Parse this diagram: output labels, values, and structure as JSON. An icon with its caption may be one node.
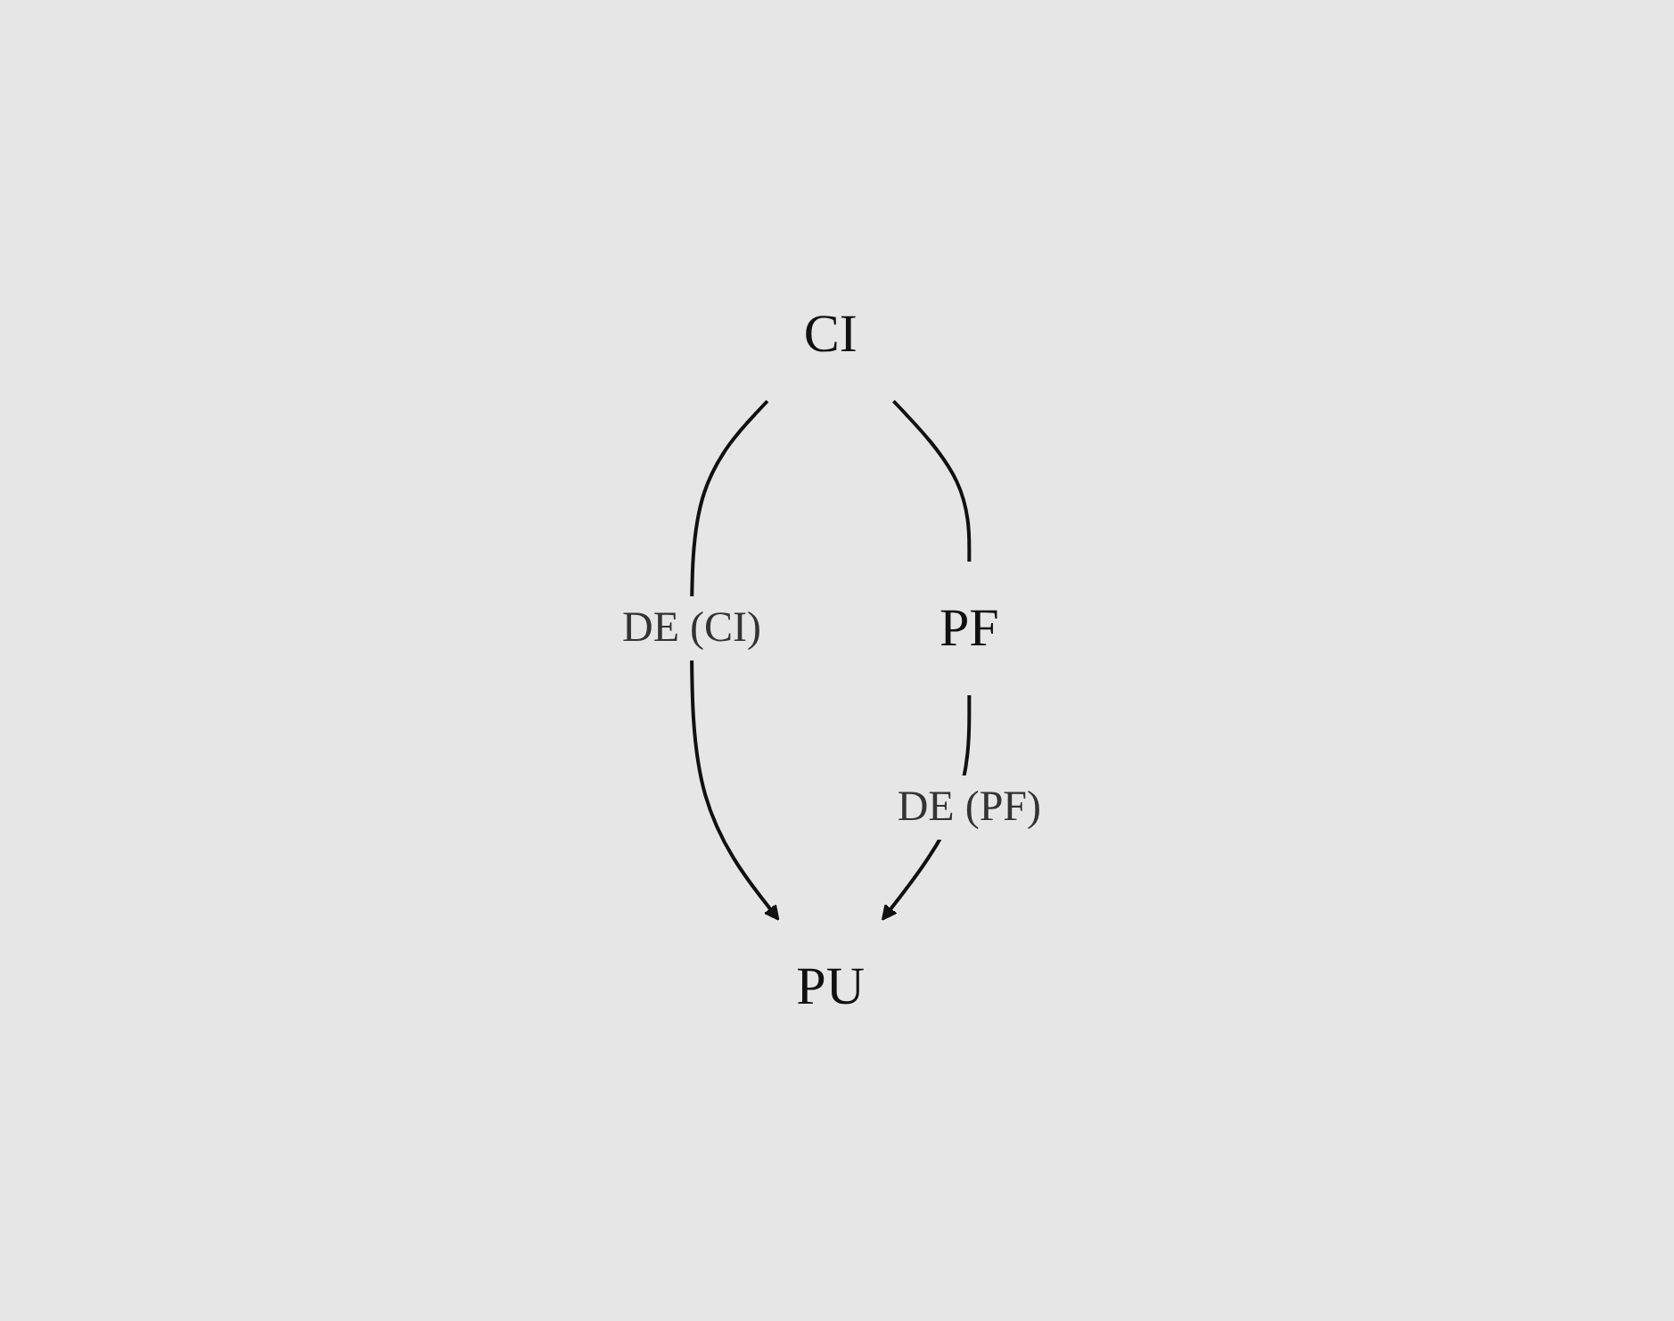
{
  "diagram": {
    "nodes": [
      {
        "text": [
          "CI"
        ]
      },
      {
        "text": [
          "PF"
        ]
      },
      {
        "text": [
          "PU"
        ]
      }
    ],
    "edges": [
      {
        "from": 0,
        "to": 1,
        "arrow": "none"
      },
      {
        "from": 0,
        "to": 2,
        "arrow": "to",
        "label": "DE (CI)"
      },
      {
        "from": 1,
        "to": 2,
        "arrow": "to",
        "label": "DE (PF)"
      }
    ]
  }
}
